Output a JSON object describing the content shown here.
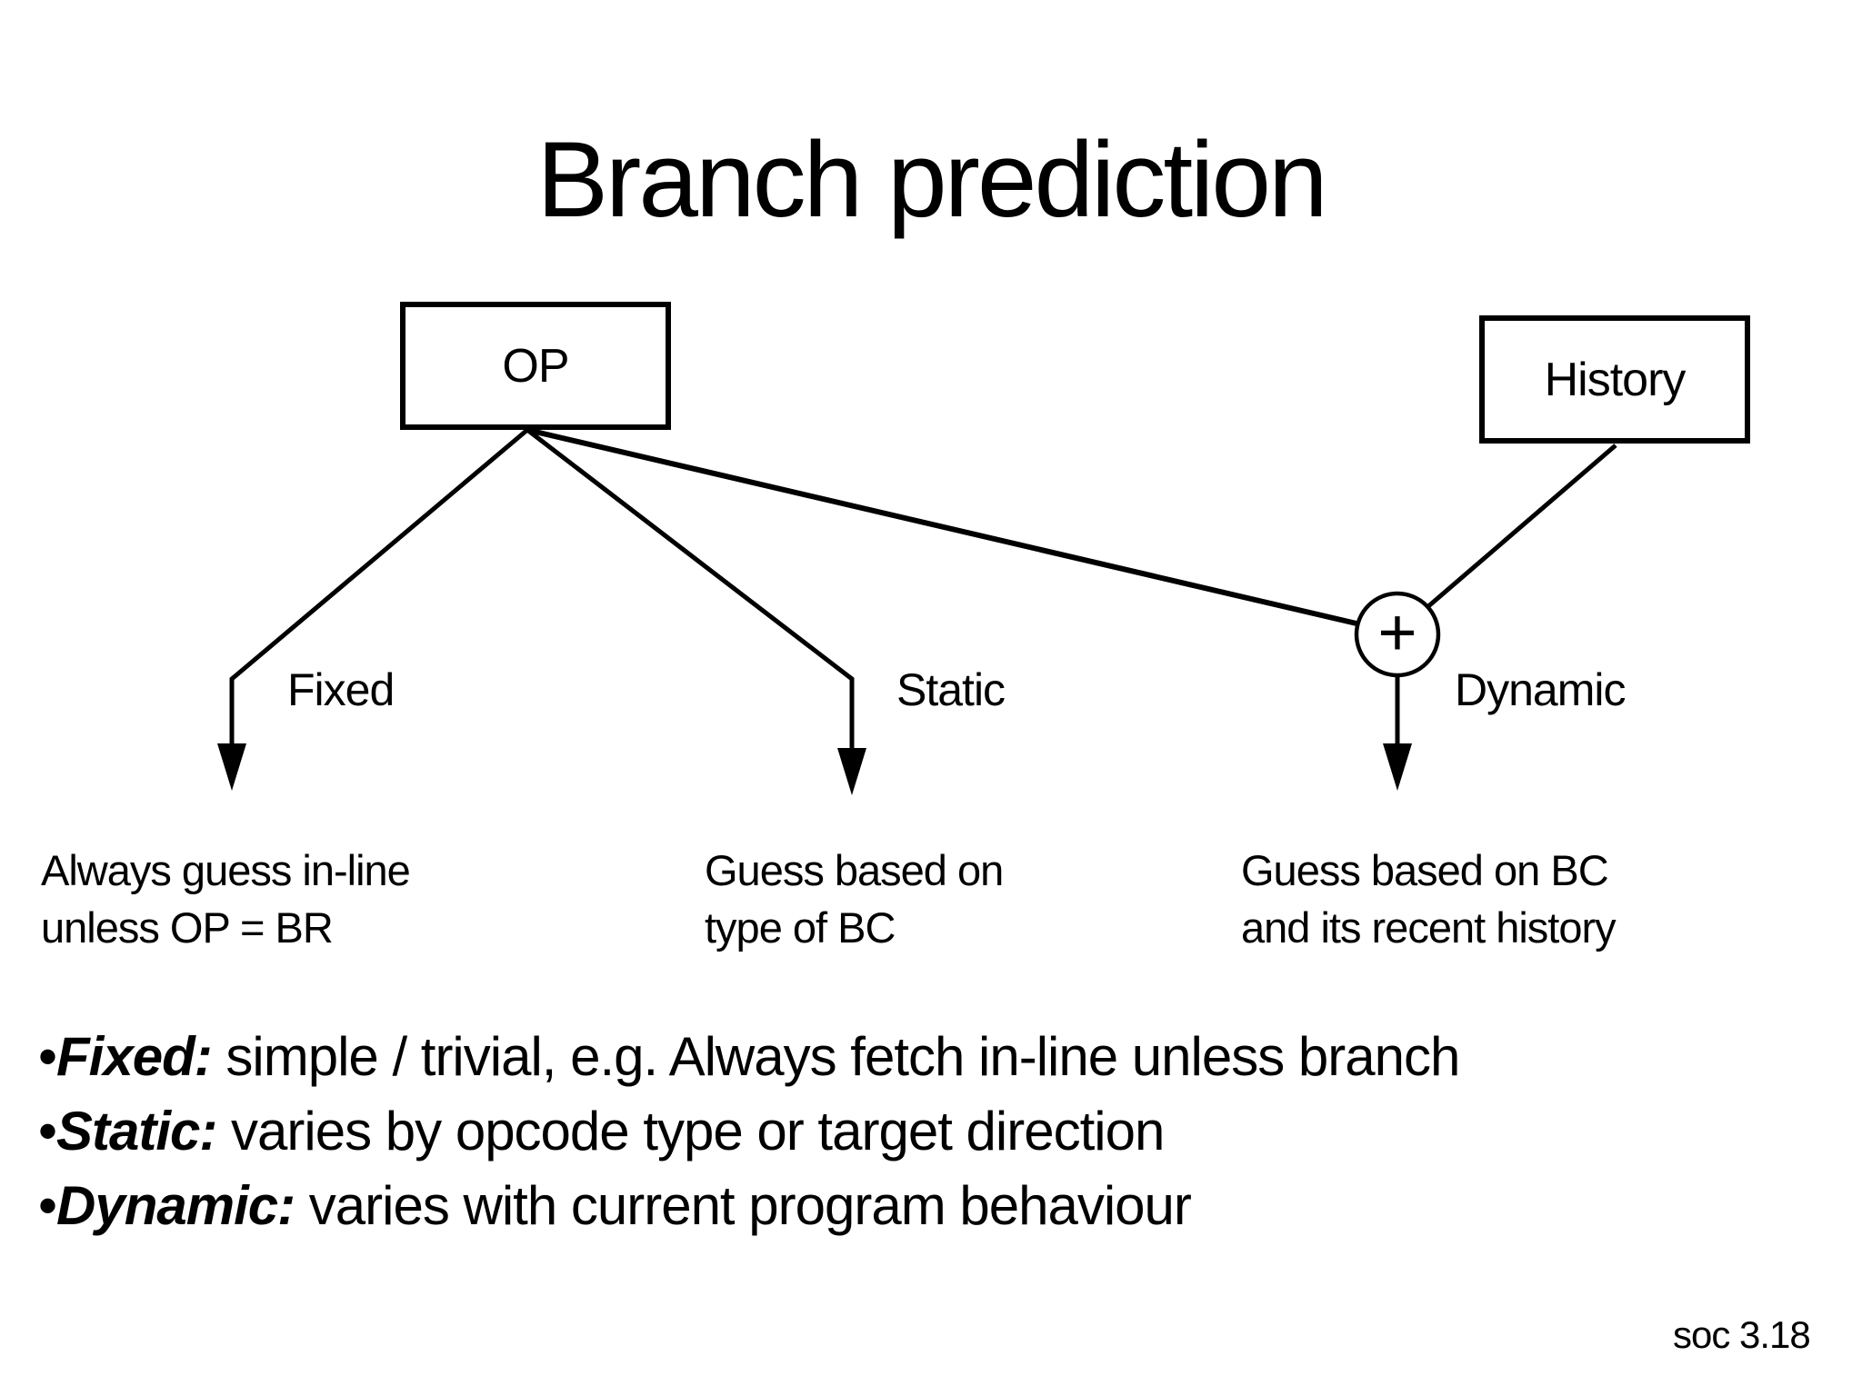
{
  "slide": {
    "title": "Branch prediction",
    "footer": "soc 3.18"
  },
  "diagram": {
    "op_box_label": "OP",
    "history_box_label": "History",
    "combiner_symbol": "+",
    "branches": [
      {
        "label": "Fixed",
        "description": "Always guess in-line\nunless OP = BR"
      },
      {
        "label": "Static",
        "description": "Guess based on\ntype of BC"
      },
      {
        "label": "Dynamic",
        "description": "Guess based on BC\nand its recent history"
      }
    ]
  },
  "bullets": {
    "marker": "•",
    "items": [
      {
        "term": "Fixed:",
        "text": " simple / trivial, e.g. Always fetch in-line unless branch"
      },
      {
        "term": "Static:",
        "text": " varies by opcode type or target direction"
      },
      {
        "term": "Dynamic:",
        "text": " varies with current program behaviour"
      }
    ]
  },
  "colors": {
    "ink": "#000000",
    "background": "#ffffff"
  }
}
